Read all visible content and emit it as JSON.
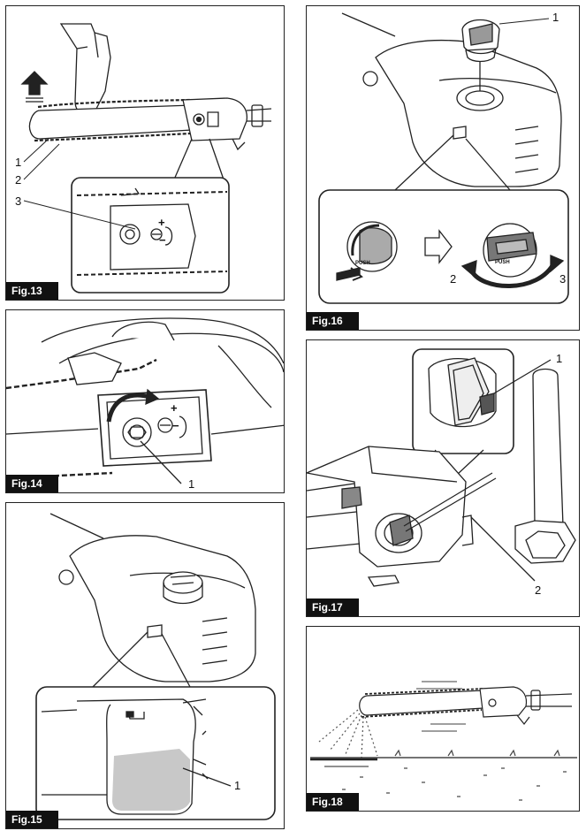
{
  "figures": [
    {
      "id": "fig13",
      "label": "Fig.13",
      "callouts": [
        "1",
        "2",
        "3"
      ],
      "symbols": [
        "+",
        "−"
      ]
    },
    {
      "id": "fig14",
      "label": "Fig.14",
      "callouts": [
        "1"
      ],
      "symbols": [
        "+",
        "−"
      ]
    },
    {
      "id": "fig15",
      "label": "Fig.15",
      "callouts": [
        "1"
      ]
    },
    {
      "id": "fig16",
      "label": "Fig.16",
      "callouts": [
        "1",
        "2",
        "3"
      ],
      "cap_text": [
        "PUSH",
        "PUSH"
      ]
    },
    {
      "id": "fig17",
      "label": "Fig.17",
      "callouts": [
        "1",
        "2"
      ]
    },
    {
      "id": "fig18",
      "label": "Fig.18"
    }
  ]
}
